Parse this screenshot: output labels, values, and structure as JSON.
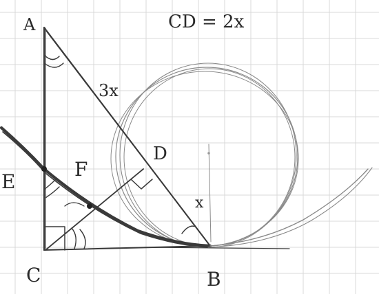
{
  "figure": {
    "equation": "CD = 2x",
    "points": {
      "A": "A",
      "B": "B",
      "C": "C",
      "D": "D",
      "E": "E",
      "F": "F"
    },
    "segment_labels": {
      "AD": "3x",
      "DB": "x"
    }
  }
}
